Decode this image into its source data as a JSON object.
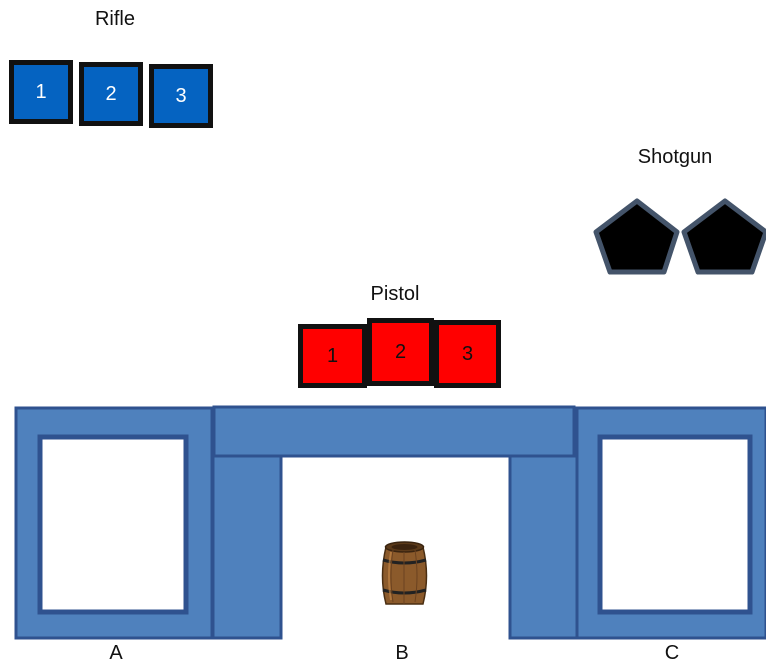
{
  "rifle": {
    "label": "Rifle",
    "slots": [
      "1",
      "2",
      "3"
    ],
    "color": "#0563C1"
  },
  "shotgun": {
    "label": "Shotgun",
    "slot_count": 2,
    "color": "#000000",
    "outline": "#44546A"
  },
  "pistol": {
    "label": "Pistol",
    "slots": [
      "1",
      "2",
      "3"
    ],
    "color": "#FF0000"
  },
  "rooms": {
    "labels": [
      "A",
      "B",
      "C"
    ],
    "wall_color": "#4F81BD",
    "wall_border": "#2F528F"
  },
  "icons": {
    "barrel": "barrel-icon"
  }
}
